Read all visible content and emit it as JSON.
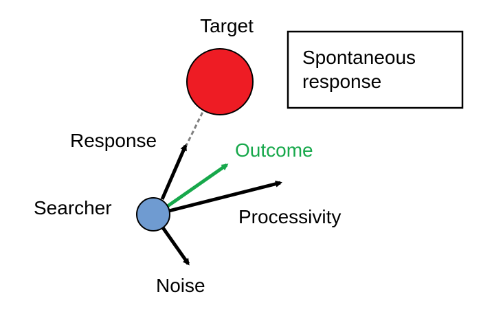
{
  "diagram": {
    "box_text_line1": "Spontaneous",
    "box_text_line2": "response",
    "labels": {
      "target": "Target",
      "response": "Response",
      "outcome": "Outcome",
      "searcher": "Searcher",
      "processivity": "Processivity",
      "noise": "Noise"
    },
    "colors": {
      "target_fill": "#ee1c24",
      "searcher_fill": "#6f9bd1",
      "outcome_arrow": "#17a84b",
      "arrows": "#000000",
      "dashed_line": "#808080"
    }
  }
}
